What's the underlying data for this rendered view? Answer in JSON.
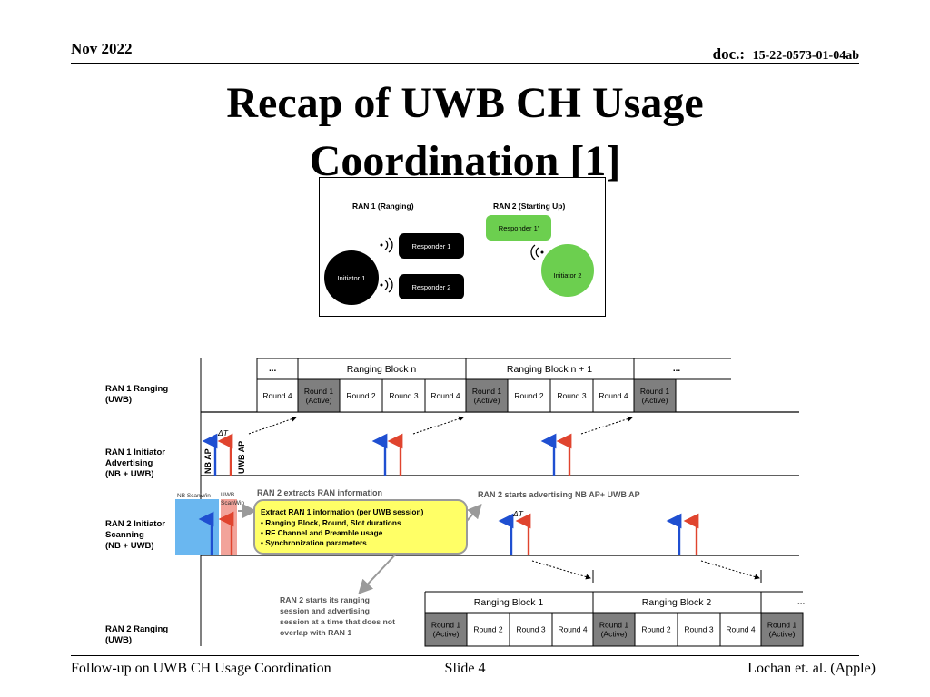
{
  "header": {
    "date": "Nov 2022",
    "doc_label": "doc.:",
    "doc_number": "15-22-0573-01-04ab"
  },
  "title": {
    "line1": "Recap of UWB CH Usage",
    "line2": "Coordination [1]"
  },
  "topology": {
    "ran1_label": "RAN 1 (Ranging)",
    "ran2_label": "RAN 2 (Starting Up)",
    "initiator1": "Initiator 1",
    "responder1": "Responder 1",
    "responder2": "Responder 2",
    "responder1_prime": "Responder 1'",
    "initiator2": "Initiator 2",
    "colors": {
      "ran1": "#000000",
      "ran2": "#6ccf4f"
    }
  },
  "timeline": {
    "rows": {
      "ran1_ranging": [
        "RAN 1 Ranging",
        "(UWB)"
      ],
      "ran1_adv": [
        "RAN 1 Initiator",
        "Advertising",
        "(NB + UWB)"
      ],
      "ran2_scan": [
        "RAN 2 Initiator",
        "Scanning",
        "(NB + UWB)"
      ],
      "ran2_ranging": [
        "RAN 2 Ranging",
        "(UWB)"
      ]
    },
    "ran1_blocks": {
      "ellipsis": "...",
      "block_n": "Ranging Block n",
      "block_n1": "Ranging Block n + 1"
    },
    "ran1_cells": [
      "Round 4",
      "Round 1 (Active)",
      "Round 2",
      "Round 3",
      "Round 4",
      "Round 1 (Active)",
      "Round 2",
      "Round 3",
      "Round 4",
      "Round 1 (Active)"
    ],
    "ran2_blocks": {
      "block1": "Ranging Block 1",
      "block2": "Ranging Block 2",
      "ellipsis": "..."
    },
    "ran2_cells": [
      "Round 1 (Active)",
      "Round 2",
      "Round 3",
      "Round 4",
      "Round 1 (Active)",
      "Round 2",
      "Round 3",
      "Round 4",
      "Round 1 (Active)"
    ],
    "arrow_labels": {
      "nb_ap": "NB AP",
      "uwb_ap": "UWB AP",
      "delta_t": "ΔT"
    },
    "scan_windows": {
      "nb": "NB ScanWin",
      "uwb_line1": "UWB",
      "uwb_line2": "ScanWin"
    },
    "annotations": {
      "extracts": "RAN 2 extracts RAN information",
      "starts_adv": "RAN 2 starts advertising NB AP+ UWB AP",
      "starts_ranging": [
        "RAN 2 starts its ranging",
        "session and advertising",
        "session at a time that does not",
        "overlap with RAN 1"
      ]
    },
    "info_box": {
      "title": "Extract RAN 1 information (per UWB session)",
      "bullets": [
        "Ranging Block, Round, Slot durations",
        "RF Channel and Preamble usage",
        "Synchronization parameters"
      ]
    },
    "colors": {
      "nb": "#1f4fd1",
      "uwb": "#e0442e",
      "active_cell": "#7f7f7f",
      "scan_nb": "#6ab7f0",
      "scan_uwb": "#f2a39a",
      "info_box": "#ffff66"
    }
  },
  "footer": {
    "left": "Follow-up on UWB CH Usage Coordination",
    "middle": "Slide 4",
    "right": "Lochan et. al. (Apple)"
  }
}
